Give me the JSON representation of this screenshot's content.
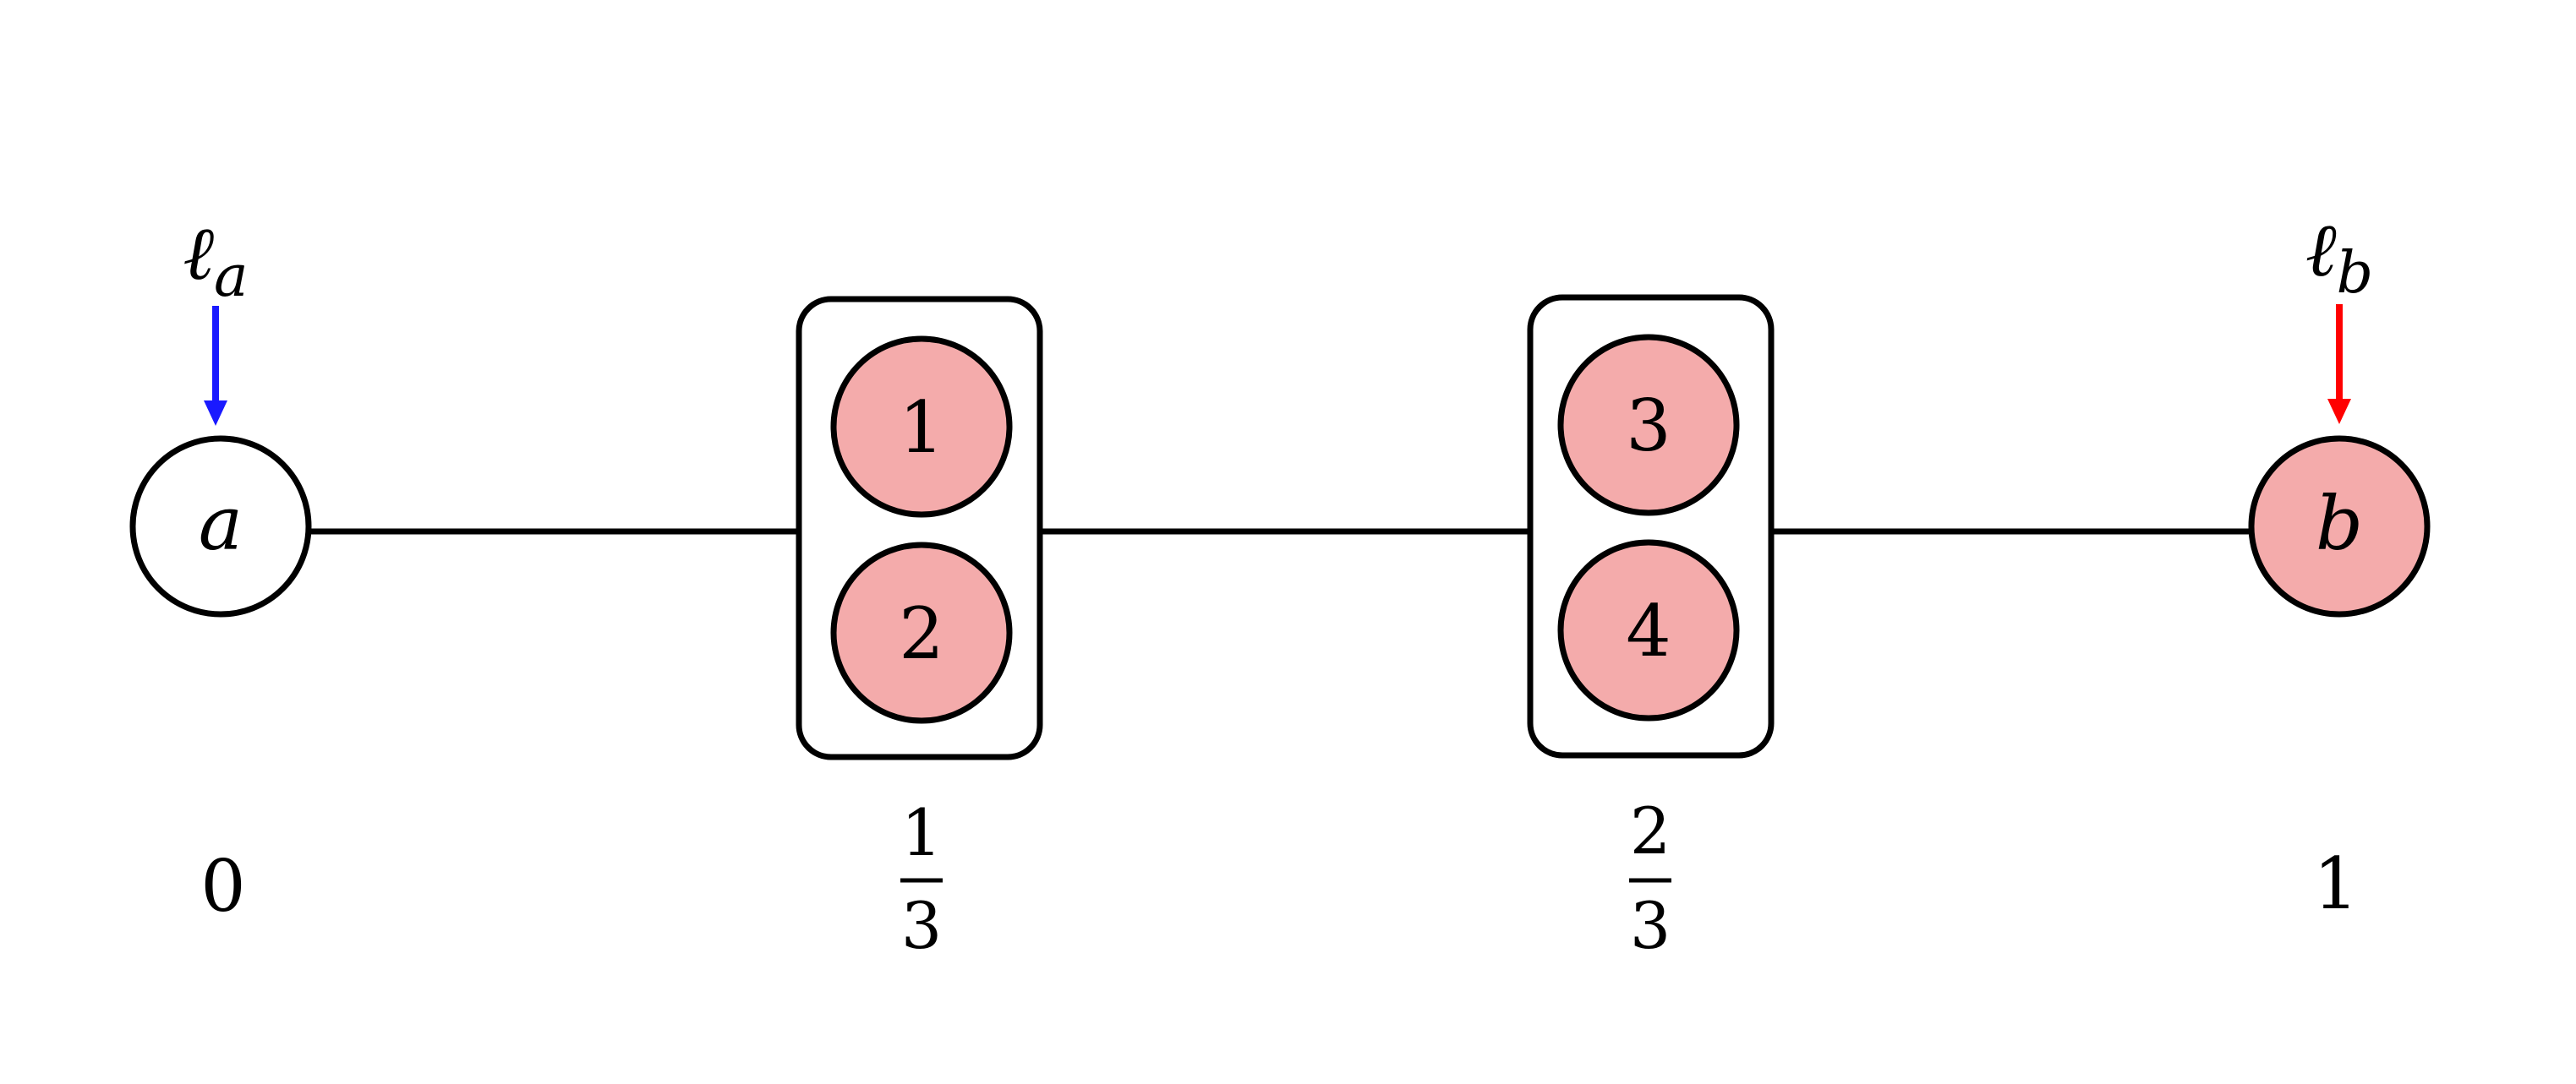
{
  "colors": {
    "stroke": "#000000",
    "filled": "#f4abab",
    "empty": "#ffffff",
    "arrow_a": "#1a1aff",
    "arrow_b": "#ff0000"
  },
  "diagram": {
    "end_a": {
      "label": "a",
      "filled": false,
      "position": "0"
    },
    "end_b": {
      "label": "b",
      "filled": true,
      "position": "1"
    },
    "groups": [
      {
        "nodes": [
          "1",
          "2"
        ],
        "position": {
          "num": "1",
          "den": "3"
        }
      },
      {
        "nodes": [
          "3",
          "4"
        ],
        "position": {
          "num": "2",
          "den": "3"
        }
      }
    ],
    "arrow_a": {
      "symbol": "ℓ",
      "sub": "a"
    },
    "arrow_b": {
      "symbol": "ℓ",
      "sub": "b"
    }
  }
}
